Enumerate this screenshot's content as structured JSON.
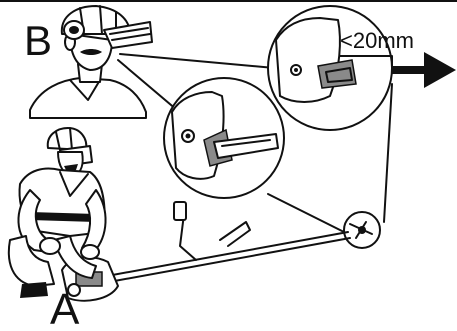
{
  "labels": {
    "operator_b": "B",
    "operator_a": "A",
    "measurement": "<20mm"
  },
  "colors": {
    "ink": "#111111",
    "background": "#ffffff",
    "shade": "#8a8a8a"
  },
  "icons": {
    "direction_arrow": "arrow-right-icon",
    "operator_b_figure": "person-with-helmet-icon",
    "operator_a_figure": "crouching-person-icon",
    "trimmer": "brush-cutter-icon"
  }
}
